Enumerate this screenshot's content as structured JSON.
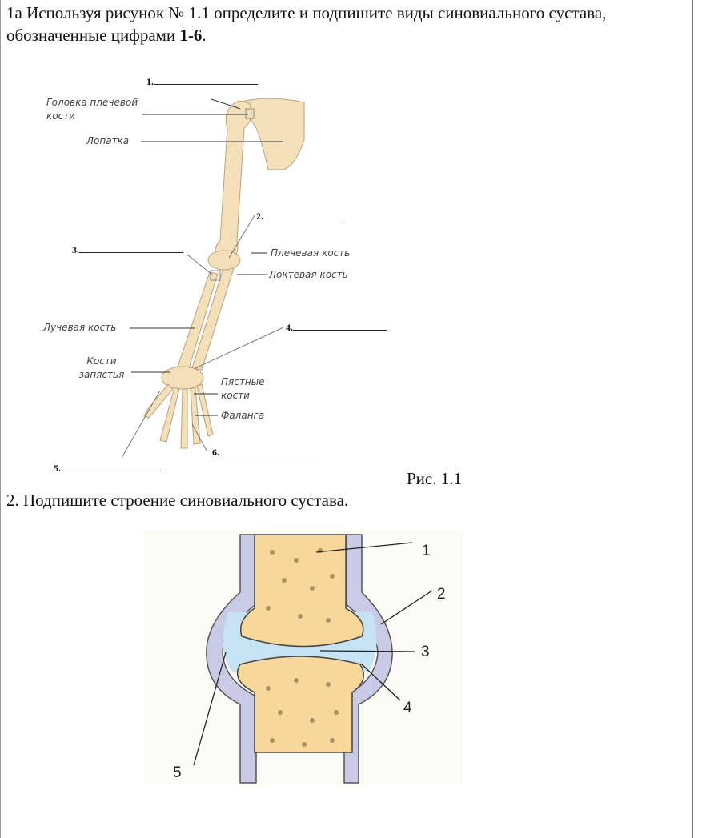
{
  "question1": {
    "text": "1а Используя рисунок № 1.1 определите и подпишите виды синовиального сустава, обозначенные цифрами ",
    "bold": "1-6",
    "end": "."
  },
  "figure1": {
    "caption": "Рис. 1.1",
    "labels": {
      "humerus_head": "Головка плечевой кости",
      "scapula": "Лопатка",
      "humerus": "Плечевая кость",
      "ulna": "Локтевая кость",
      "radius": "Лучевая кость",
      "carpals": "Кости запястья",
      "metacarpals": "Пястные кости",
      "phalanx": "Фаланга"
    },
    "blanks": [
      "1.",
      "2.",
      "3.",
      "4.",
      "5.",
      "6."
    ]
  },
  "question2": {
    "text": "2. Подпишите строение синовиального сустава."
  },
  "figure2": {
    "numbers": [
      "1",
      "2",
      "3",
      "4",
      "5"
    ]
  },
  "colors": {
    "bone": "#f3dfb8",
    "spongy": "#f7d79a",
    "cartilage": "#c5e3f2",
    "capsule": "#c9cbe6"
  }
}
